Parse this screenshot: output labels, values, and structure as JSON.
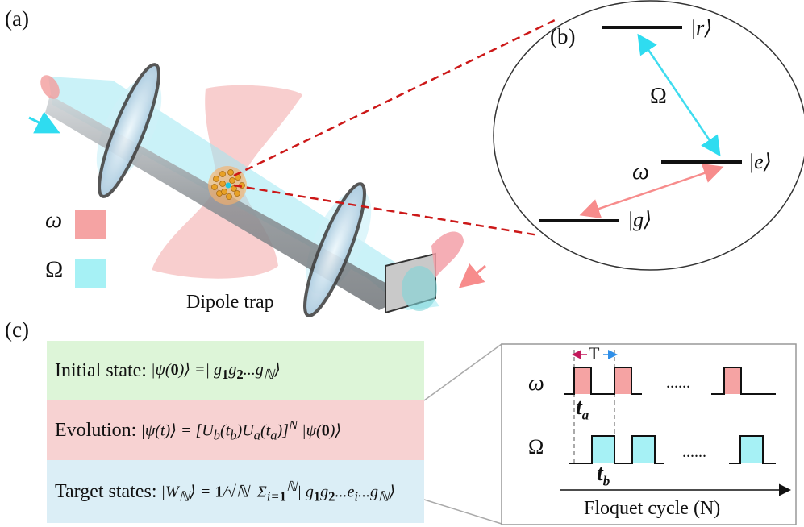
{
  "panels": {
    "a": "(a)",
    "b": "(b)",
    "c": "(c)"
  },
  "legend": {
    "omega": {
      "symbol": "ω",
      "color": "#f5a3a3"
    },
    "Omega": {
      "symbol": "Ω",
      "color": "#a6f1f5"
    }
  },
  "trap_label": "Dipole trap",
  "levels": {
    "r": "|r⟩",
    "e": "|e⟩",
    "g": "|g⟩"
  },
  "transitions": {
    "Omega": "Ω",
    "omega": "ω"
  },
  "boxes": {
    "initial": {
      "label": "Initial state:",
      "color": "#ddf5d8"
    },
    "evolution": {
      "label": "Evolution:",
      "color": "#f7d2d2"
    },
    "target": {
      "label": "Target states:",
      "color": "#dbeef6"
    }
  },
  "pulse": {
    "period_label": "T",
    "row_omega": "ω",
    "row_Omega": "Ω",
    "ta": "t",
    "ta_sub": "a",
    "tb": "t",
    "tb_sub": "b",
    "dots": "......",
    "axis_label": "Floquet cycle (N)"
  }
}
